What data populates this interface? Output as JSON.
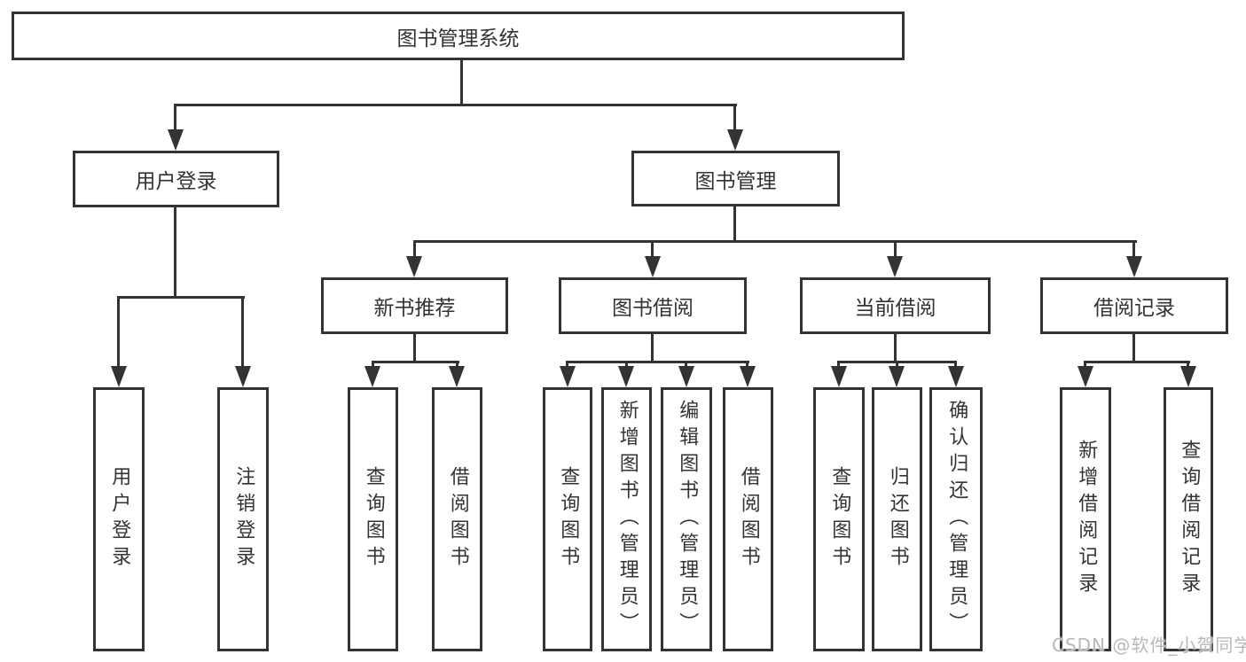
{
  "nodes": {
    "root": {
      "label": "图书管理系统"
    },
    "level2": [
      {
        "label": "用户登录"
      },
      {
        "label": "图书管理"
      }
    ],
    "level3": [
      {
        "label": "新书推荐"
      },
      {
        "label": "图书借阅"
      },
      {
        "label": "当前借阅"
      },
      {
        "label": "借阅记录"
      }
    ],
    "leaves": [
      {
        "label": "用户登录"
      },
      {
        "label": "注销登录"
      },
      {
        "label": "查询图书"
      },
      {
        "label": "借阅图书"
      },
      {
        "label": "查询图书"
      },
      {
        "label": "新增图书（管理员）"
      },
      {
        "label": "编辑图书（管理员）"
      },
      {
        "label": "借阅图书"
      },
      {
        "label": "查询图书"
      },
      {
        "label": "归还图书"
      },
      {
        "label": "确认归还（管理员）"
      },
      {
        "label": "新增借阅记录"
      },
      {
        "label": "查询借阅记录"
      }
    ]
  },
  "watermark": {
    "text": "CSDN @软件_小贺同学"
  },
  "colors": {
    "line": "#333333",
    "box_border": "#333333",
    "text": "#333333",
    "background": "#ffffff",
    "watermark": "#b8b8b8"
  }
}
